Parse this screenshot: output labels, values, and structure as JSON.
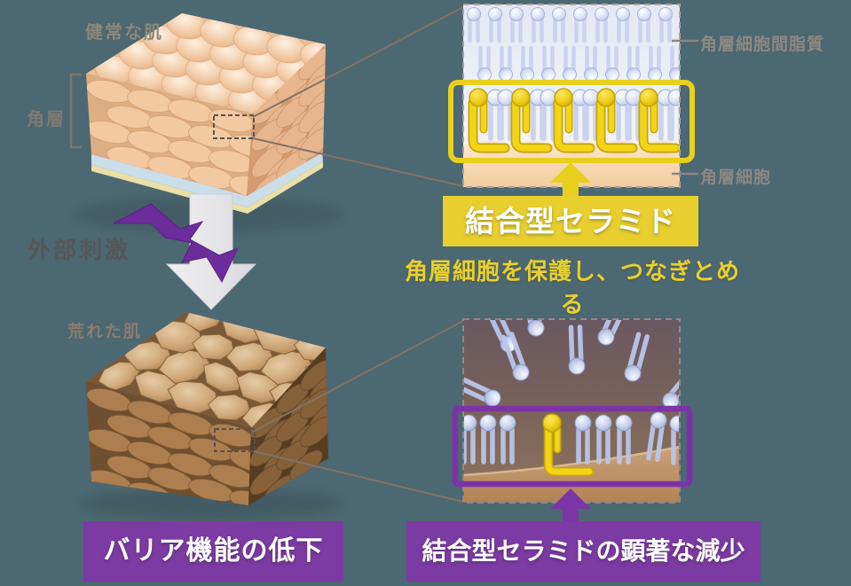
{
  "background_color": "#4c6872",
  "palette": {
    "accent_yellow": "#e8cf2e",
    "accent_purple": "#7c3aa3",
    "bolt_purple": "#6c2c9c",
    "highlight_yellow_stroke": "#e9d01d",
    "highlight_purple_stroke": "#7d32a8",
    "label_gray": "#8c8882"
  },
  "healthy": {
    "skin_label": "健常な肌",
    "layer_label": "角層",
    "panel": {
      "lipid_layer_label": "角層細胞間脂質",
      "cell_label": "角層細胞"
    },
    "highlight": {
      "title": "結合型セラミド",
      "caption": "角層細胞を保護し、つなぎとめる"
    }
  },
  "transition": {
    "stimuli_label": "外部刺激"
  },
  "damaged": {
    "skin_label": "荒れた肌",
    "result_left": "バリア機能の低下",
    "result_right": "結合型セラミドの顕著な減少"
  },
  "icons": {
    "lightning_bolt": "⚡",
    "down_arrow": "⬇",
    "up_arrow": "⬆",
    "magnifier_region": "▭"
  }
}
